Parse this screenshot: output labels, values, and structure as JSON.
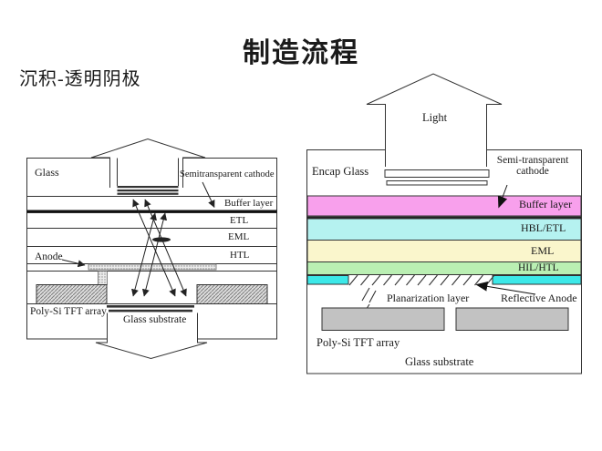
{
  "slide": {
    "title": "制造流程",
    "subtitle": "沉积-透明阴极"
  },
  "left_diagram": {
    "labels": {
      "glass": "Glass",
      "semitransparent_cathode": "Semitransparent cathode",
      "buffer_layer": "Buffer layer",
      "etl": "ETL",
      "eml": "EML",
      "htl": "HTL",
      "anode": "Anode",
      "poly_si_tft_array": "Poly-Si TFT array",
      "glass_substrate": "Glass substrate"
    }
  },
  "right_diagram": {
    "labels": {
      "light": "Light",
      "encap_glass": "Encap Glass",
      "semi_transparent_cathode_line1": "Semi-transparent",
      "semi_transparent_cathode_line2": "cathode",
      "buffer_layer": "Buffer layer",
      "hbl_etl": "HBL/ETL",
      "eml": "EML",
      "hil_htl": "HIL/HTL",
      "planarization_layer": "Planarization layer",
      "reflective_anode": "Reflective Anode",
      "poly_si_tft_array": "Poly-Si TFT array",
      "glass_substrate": "Glass substrate"
    },
    "colors": {
      "buffer_layer": "#F8A0EC",
      "hbl_etl": "#B5F2F0",
      "eml": "#FAF6CC",
      "hil_htl": "#BAEFB3",
      "reflective_anode": "#3CE8E8",
      "tft_block": "#C2C2C2"
    }
  }
}
